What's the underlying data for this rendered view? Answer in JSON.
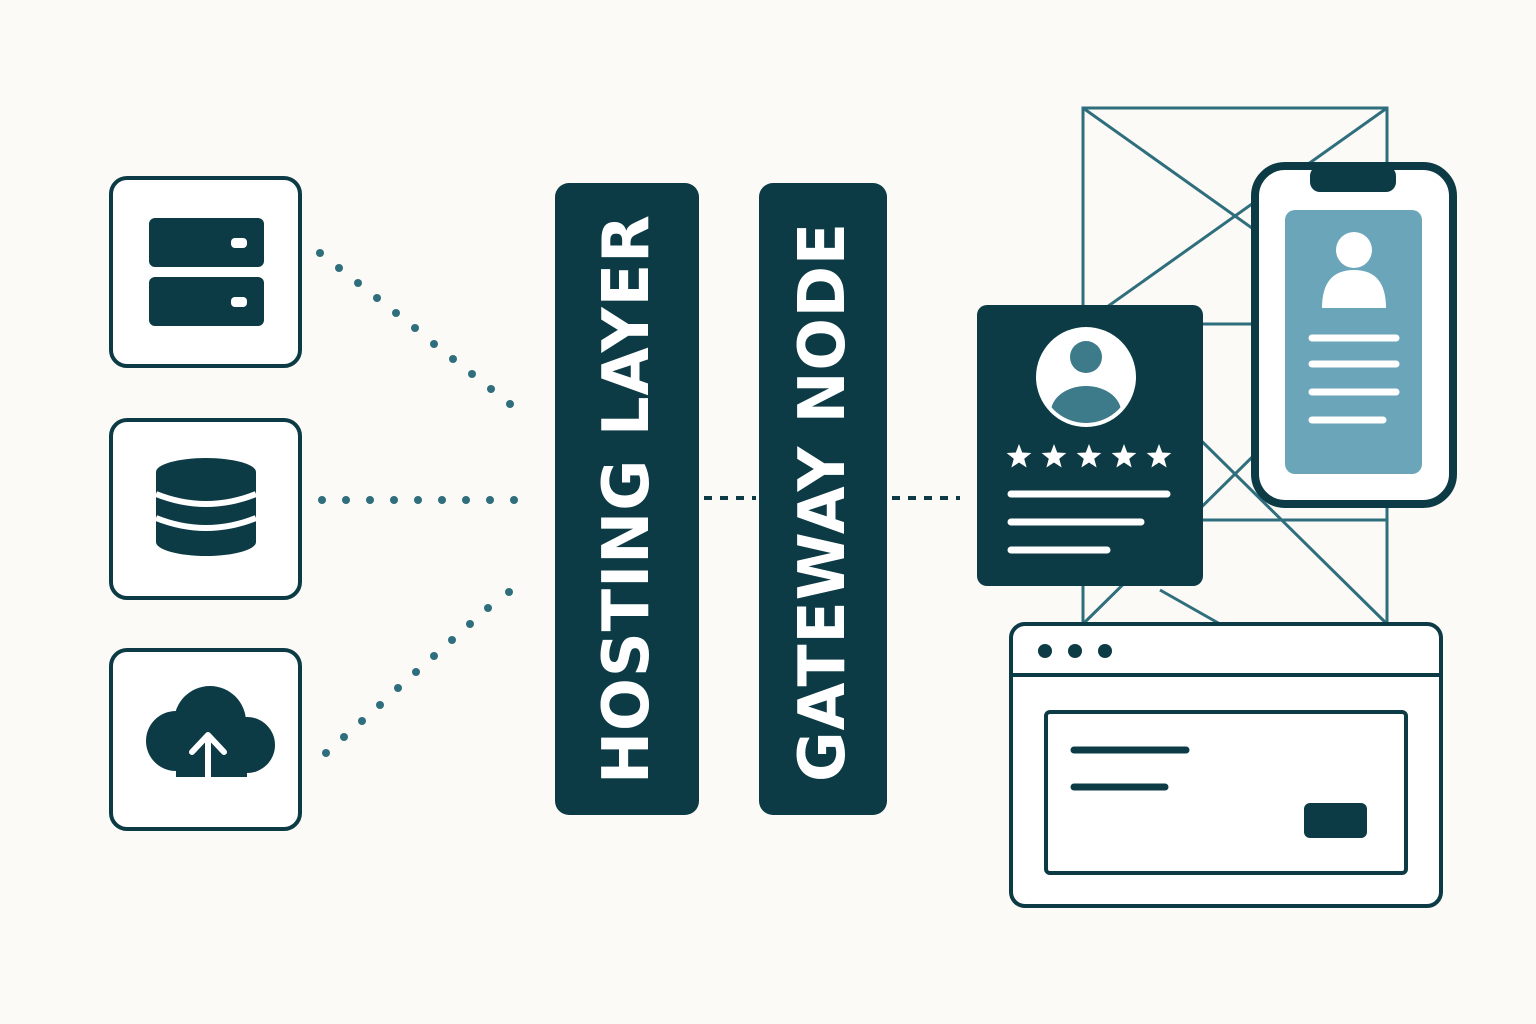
{
  "colors": {
    "background": "#fbfaf6",
    "primary": "#0c3b45",
    "accent": "#6ba5b9",
    "accent_dark": "#3d7a8a",
    "white": "#ffffff"
  },
  "sources": [
    {
      "name": "server",
      "icon": "server-icon"
    },
    {
      "name": "database",
      "icon": "database-icon"
    },
    {
      "name": "cloud-upload",
      "icon": "cloud-upload-icon"
    }
  ],
  "pillars": {
    "hosting_label": "HOSTING LAYER",
    "gateway_label": "GATEWAY NODE"
  },
  "review_card": {
    "icon": "user-avatar-icon",
    "rating": 5,
    "rating_max": 5
  },
  "phone": {
    "icon": "user-profile-icon",
    "text_lines": 4
  },
  "browser": {
    "dots": 3,
    "text_lines": 2
  }
}
